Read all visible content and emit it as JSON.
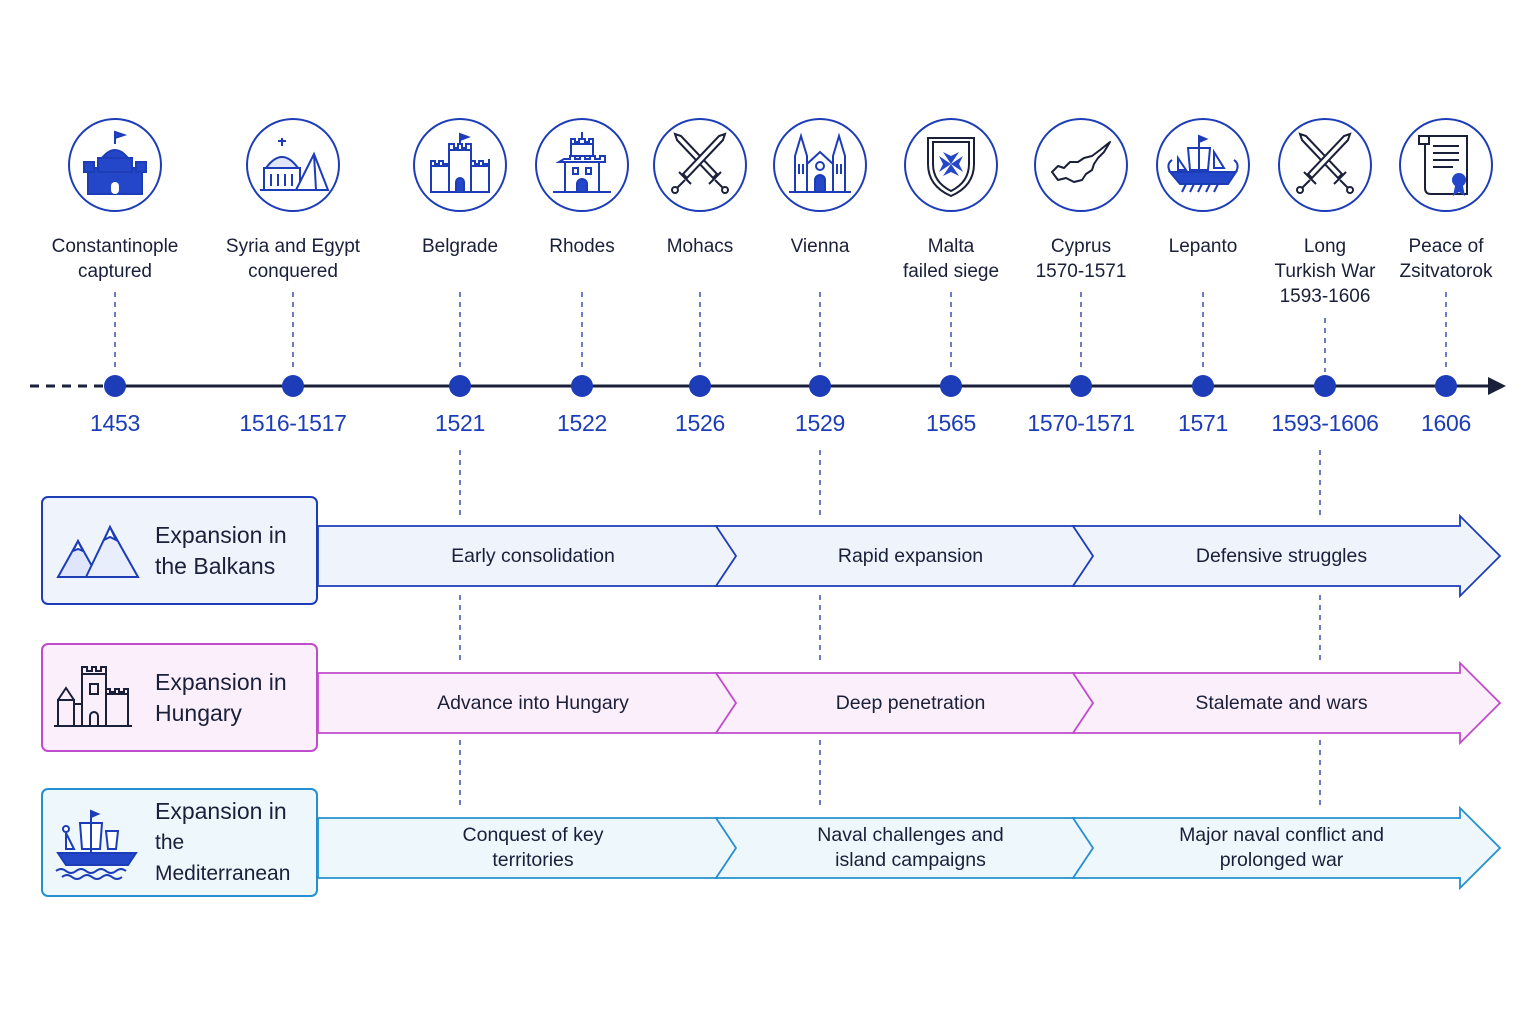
{
  "events": [
    {
      "name_lines": [
        "Constantinople",
        "captured"
      ],
      "year": "1453",
      "icon": "fortress-dome-icon"
    },
    {
      "name_lines": [
        "Syria and Egypt",
        "conquered"
      ],
      "year": "1516-1517",
      "icon": "dome-pyramid-icon"
    },
    {
      "name_lines": [
        "Belgrade"
      ],
      "year": "1521",
      "icon": "castle-icon"
    },
    {
      "name_lines": [
        "Rhodes"
      ],
      "year": "1522",
      "icon": "tower-icon"
    },
    {
      "name_lines": [
        "Mohacs"
      ],
      "year": "1526",
      "icon": "crossed-swords-icon"
    },
    {
      "name_lines": [
        "Vienna"
      ],
      "year": "1529",
      "icon": "cathedral-icon"
    },
    {
      "name_lines": [
        "Malta",
        "failed siege"
      ],
      "year": "1565",
      "icon": "maltese-cross-shield-icon"
    },
    {
      "name_lines": [
        "Cyprus",
        "1570-1571"
      ],
      "year": "1570-1571",
      "icon": "cyprus-map-icon"
    },
    {
      "name_lines": [
        "Lepanto"
      ],
      "year": "1571",
      "icon": "galley-ship-icon"
    },
    {
      "name_lines": [
        "Long",
        "Turkish War",
        "1593-1606"
      ],
      "year": "1593-1606",
      "icon": "crossed-swords-icon"
    },
    {
      "name_lines": [
        "Peace of",
        "Zsitvatorok"
      ],
      "year": "1606",
      "icon": "treaty-scroll-icon"
    }
  ],
  "lanes": [
    {
      "label_lines": [
        "Expansion in",
        "the Balkans"
      ],
      "icon": "mountains-icon",
      "color": "#1d3db8",
      "fill": "#eef3fc",
      "phases": [
        [
          "Early consolidation"
        ],
        [
          "Rapid expansion"
        ],
        [
          "Defensive struggles"
        ]
      ]
    },
    {
      "label_lines": [
        "Expansion in",
        "Hungary"
      ],
      "icon": "castle-icon",
      "color": "#c04ccc",
      "fill": "#fbeffb",
      "phases": [
        [
          "Advance into Hungary"
        ],
        [
          "Deep penetration"
        ],
        [
          "Stalemate and wars"
        ]
      ]
    },
    {
      "label_lines": [
        "Expansion in",
        "the Mediterranean"
      ],
      "icon": "ship-icon",
      "color": "#2490cf",
      "fill": "#eef7fc",
      "phases": [
        [
          "Conquest of key",
          "territories"
        ],
        [
          "Naval challenges and",
          "island campaigns"
        ],
        [
          "Major naval conflict and",
          "prolonged war"
        ]
      ]
    }
  ],
  "colors": {
    "accent": "#1d3db8",
    "axis": "#1a1f3a",
    "guide": "#4a5bb0"
  }
}
